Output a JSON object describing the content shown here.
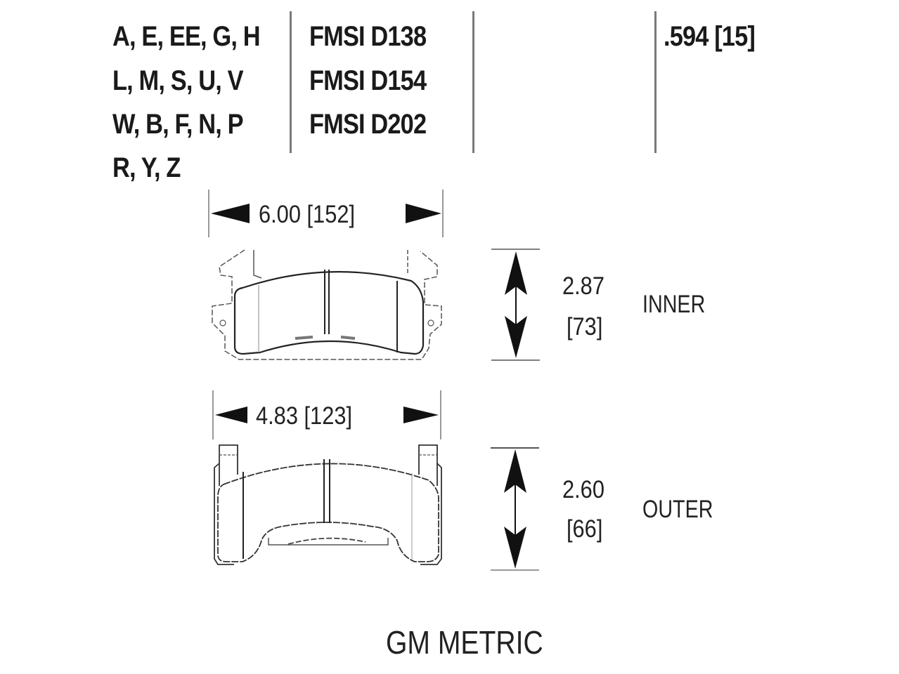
{
  "header": {
    "applications": [
      "A, E, EE, G, H",
      "L, M, S, U, V",
      "W, B, F, N, P",
      "R, Y, Z"
    ],
    "fmsi_numbers": [
      "FMSI D138",
      "FMSI D154",
      "FMSI D202"
    ],
    "thickness": ".594 [15]"
  },
  "inner_pad": {
    "width_label": "6.00 [152]",
    "height_in": "2.87",
    "height_mm": "[73]",
    "label": "INNER"
  },
  "outer_pad": {
    "width_label": "4.83 [123]",
    "height_in": "2.60",
    "height_mm": "[66]",
    "label": "OUTER"
  },
  "footer": {
    "title": "GM METRIC"
  },
  "colors": {
    "ink": "#1a1a1a",
    "divider": "#7a7a7a",
    "background": "#ffffff"
  }
}
